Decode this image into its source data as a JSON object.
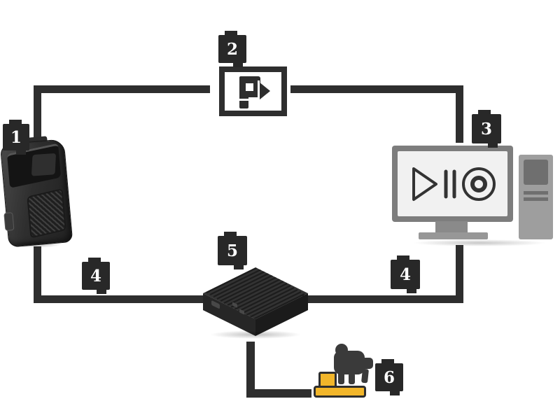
{
  "diagram": {
    "type": "system-overview-diagram",
    "background": "#ffffff",
    "line_color": "#2e2e2e",
    "badge_color": "#282828",
    "badge_text_color": "#ffffff",
    "accent_yellow": "#f2b62a",
    "monitor_frame_color": "#7d7d7d",
    "screen_color": "#f1f1f1"
  },
  "markers": {
    "m1": "1",
    "m2": "2",
    "m3": "3",
    "m4_left": "4",
    "m4_right": "4",
    "m5": "5",
    "m6": "6"
  },
  "items": {
    "item1_icon": "body-worn-camera-icon",
    "item2_icon": "connectivity-box-icon",
    "item3_icons": [
      "play-icon",
      "pause-icon",
      "record-icon"
    ],
    "item3_device": "workstation-monitor-and-tower-icon",
    "item5_icon": "system-controller-icon",
    "item6_icon": "rfid-reader-with-hand-icon"
  }
}
